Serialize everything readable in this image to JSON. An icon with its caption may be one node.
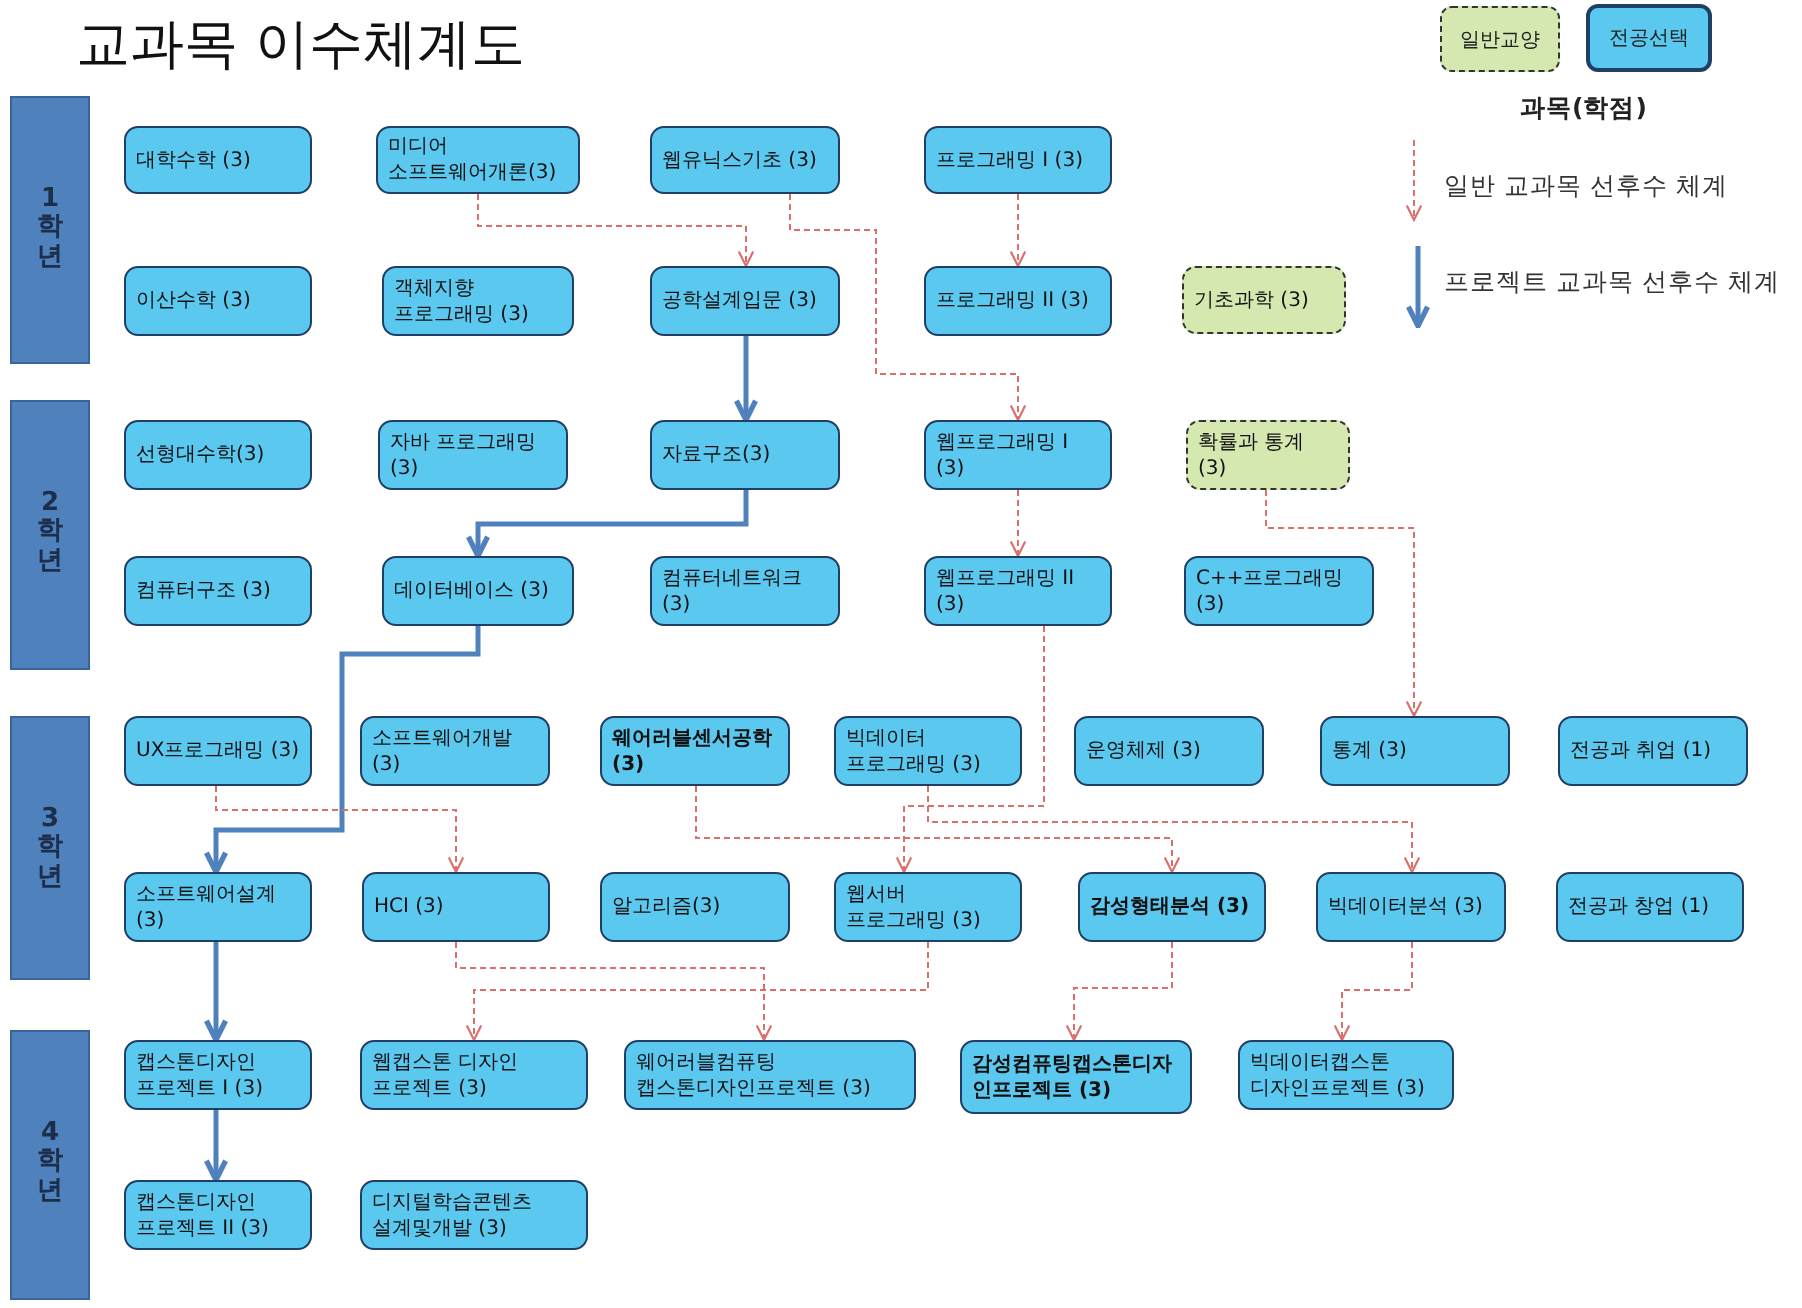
{
  "diagram": {
    "title": "교과목 이수체계도",
    "nodes": [
      {
        "text": [
          "1학년"
        ]
      },
      {
        "text": [
          "2학년"
        ]
      },
      {
        "text": [
          "3학년"
        ]
      },
      {
        "text": [
          "4학년"
        ]
      },
      {
        "text": [
          "대학수학 (3)"
        ]
      },
      {
        "text": [
          "미디어 소프트웨어개론(3)"
        ]
      },
      {
        "text": [
          "웹유닉스기초 (3)"
        ]
      },
      {
        "text": [
          "프로그래밍 I (3)"
        ]
      },
      {
        "text": [
          "이산수학 (3)"
        ]
      },
      {
        "text": [
          "객체지향 프로그래밍 (3)"
        ]
      },
      {
        "text": [
          "공학설계입문 (3)"
        ]
      },
      {
        "text": [
          "프로그래밍 II (3)"
        ]
      },
      {
        "text": [
          "기초과학 (3)"
        ]
      },
      {
        "text": [
          "선형대수학(3)"
        ]
      },
      {
        "text": [
          "자바 프로그래밍 (3)"
        ]
      },
      {
        "text": [
          "자료구조(3)"
        ]
      },
      {
        "text": [
          "웹프로그래밍 I (3)"
        ]
      },
      {
        "text": [
          "확률과 통계 (3)"
        ]
      },
      {
        "text": [
          "컴퓨터구조 (3)"
        ]
      },
      {
        "text": [
          "데이터베이스 (3)"
        ]
      },
      {
        "text": [
          "컴퓨터네트워크 (3)"
        ]
      },
      {
        "text": [
          "웹프로그래밍 II (3)"
        ]
      },
      {
        "text": [
          "C++프로그래밍 (3)"
        ]
      },
      {
        "text": [
          "UX프로그래밍 (3)"
        ]
      },
      {
        "text": [
          "소프트웨어개발 (3)"
        ]
      },
      {
        "text": [
          "웨어러블센서공학 (3)"
        ]
      },
      {
        "text": [
          "빅데이터 프로그래밍 (3)"
        ]
      },
      {
        "text": [
          "운영체제 (3)"
        ]
      },
      {
        "text": [
          "통계 (3)"
        ]
      },
      {
        "text": [
          "전공과 취업 (1)"
        ]
      },
      {
        "text": [
          "소프트웨어설계 (3)"
        ]
      },
      {
        "text": [
          "HCI (3)"
        ]
      },
      {
        "text": [
          "알고리즘(3)"
        ]
      },
      {
        "text": [
          "웹서버 프로그래밍 (3)"
        ]
      },
      {
        "text": [
          "감성형태분석 (3)"
        ]
      },
      {
        "text": [
          "빅데이터분석 (3)"
        ]
      },
      {
        "text": [
          "전공과 창업 (1)"
        ]
      },
      {
        "text": [
          "캡스톤디자인 프로젝트 I (3)"
        ]
      },
      {
        "text": [
          "웹캡스톤 디자인 프로젝트 (3)"
        ]
      },
      {
        "text": [
          "웨어러블컴퓨팅 캡스톤디자인프로젝트 (3)"
        ]
      },
      {
        "text": [
          "감성컴퓨팅캡스톤디자인프로젝트 (3)"
        ]
      },
      {
        "text": [
          "빅데이터캡스톤 디자인프로젝트 (3)"
        ]
      },
      {
        "text": [
          "캡스톤디자인 프로젝트 II (3)"
        ]
      },
      {
        "text": [
          "디지털학습콘텐츠 설계및개발 (3)"
        ]
      }
    ],
    "edges": [
      {
        "from": 5,
        "to": 10,
        "arrow": "to",
        "style": "dashed"
      },
      {
        "from": 6,
        "to": 16,
        "arrow": "to",
        "style": "dashed"
      },
      {
        "from": 7,
        "to": 11,
        "arrow": "to",
        "style": "dashed"
      },
      {
        "from": 10,
        "to": 15,
        "arrow": "to",
        "style": "thick",
        "color": "#4f81bd"
      },
      {
        "from": 15,
        "to": 19,
        "arrow": "to",
        "style": "thick",
        "color": "#4f81bd"
      },
      {
        "from": 16,
        "to": 21,
        "arrow": "to",
        "style": "dashed"
      },
      {
        "from": 17,
        "to": 28,
        "arrow": "to",
        "style": "dashed"
      },
      {
        "from": 19,
        "to": 30,
        "arrow": "to",
        "style": "thick",
        "color": "#4f81bd"
      },
      {
        "from": 21,
        "to": 33,
        "arrow": "to",
        "style": "dashed"
      },
      {
        "from": 23,
        "to": 31,
        "arrow": "to",
        "style": "dashed"
      },
      {
        "from": 25,
        "to": 34,
        "arrow": "to",
        "style": "dashed"
      },
      {
        "from": 26,
        "to": 35,
        "arrow": "to",
        "style": "dashed"
      },
      {
        "from": 30,
        "to": 37,
        "arrow": "to",
        "style": "thick",
        "color": "#4f81bd"
      },
      {
        "from": 31,
        "to": 39,
        "arrow": "to",
        "style": "dashed"
      },
      {
        "from": 33,
        "to": 38,
        "arrow": "to",
        "style": "dashed"
      },
      {
        "from": 34,
        "to": 40,
        "arrow": "to",
        "style": "dashed"
      },
      {
        "from": 35,
        "to": 41,
        "arrow": "to",
        "style": "dashed"
      },
      {
        "from": 37,
        "to": 42,
        "arrow": "to",
        "style": "thick",
        "color": "#4f81bd"
      }
    ],
    "labels": [
      "과목(학점)"
    ],
    "legend": [
      {
        "text": "일반교양",
        "color": "#d4e8b0"
      },
      {
        "text": "전공선택",
        "color": "#5bc8f0"
      },
      {
        "text": "일반 교과목 선후수 체계"
      },
      {
        "text": "프로젝트 교과목 선후수 체계"
      }
    ]
  }
}
